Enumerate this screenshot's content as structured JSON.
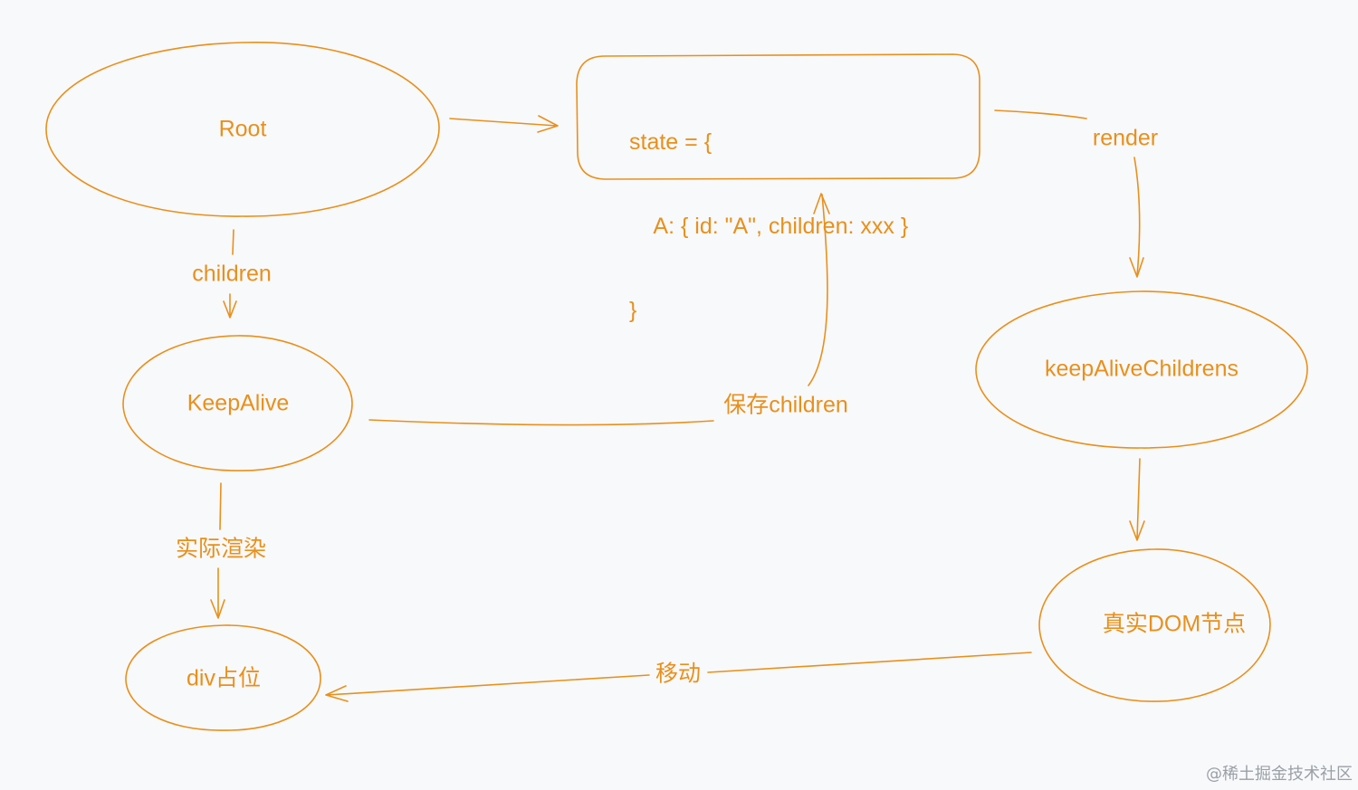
{
  "diagram": {
    "stroke_color": "#e8901c",
    "nodes": {
      "root": "Root",
      "keepalive": "KeepAlive",
      "div_placeholder": "div占位",
      "keepalive_childrens": "keepAliveChildrens",
      "real_dom": "真实DOM节点"
    },
    "state_box": {
      "line1": "state = {",
      "line2": "    A: { id: \"A\", children: xxx }",
      "line3": "}"
    },
    "edges": {
      "children": "children",
      "actual_render": "实际渲染",
      "save_children": "保存children",
      "render": "render",
      "move": "移动"
    }
  },
  "watermark": "@稀土掘金技术社区"
}
